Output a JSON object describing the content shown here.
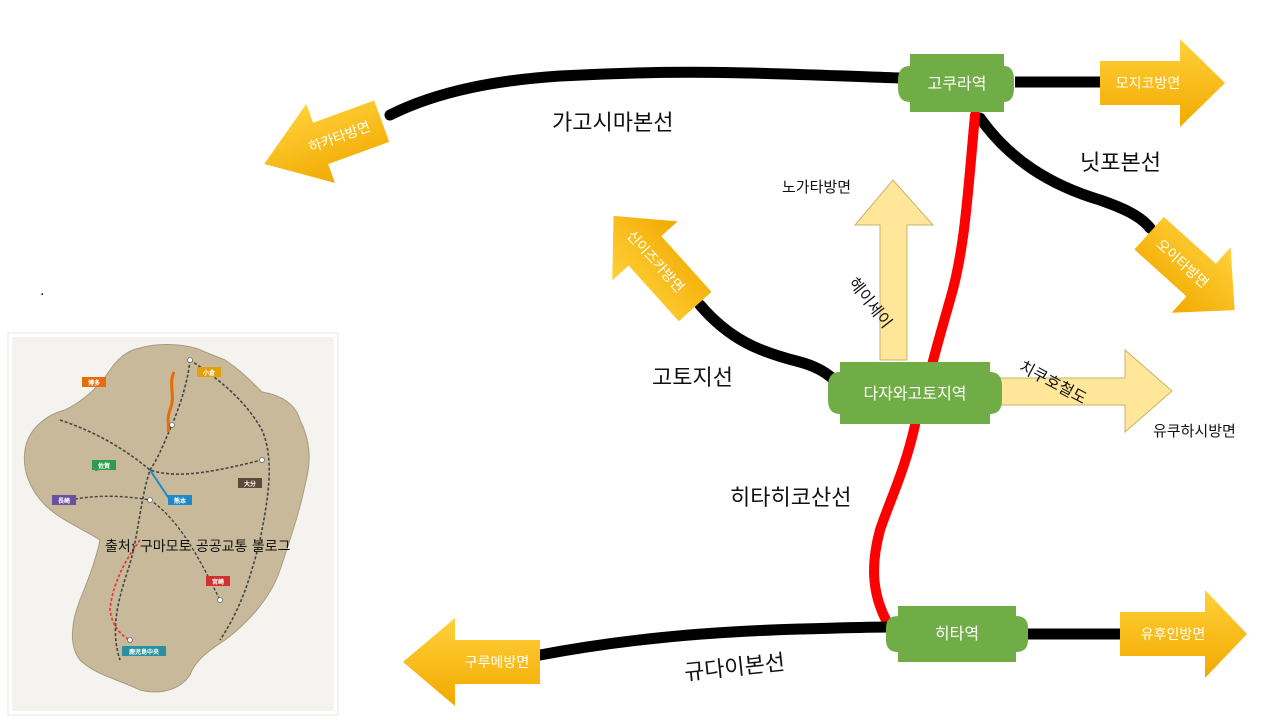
{
  "stations": {
    "kokura": "고쿠라역",
    "tazawa": "다자와고토지역",
    "hita": "히타역"
  },
  "lines": {
    "kagoshima": "가고시마본선",
    "nippo": "닛포본선",
    "goto": "고토지선",
    "hitahikosan": "히타히코산선",
    "kyudai": "규다이본선",
    "heisei": "헤이세이",
    "chikuho": "치쿠호철도"
  },
  "directions": {
    "hakata": "하카타방면",
    "moji": "모지코방면",
    "oita": "오이타방면",
    "shiizuka": "신이즈카방면",
    "nogata_label": "노가타방면",
    "yukuhashi_label": "유쿠하시방면",
    "kurume": "구루메방면",
    "yufuin": "유후인방면"
  },
  "inset": {
    "source": "출처: 구마모토 공공교통 블로그",
    "dot": ".",
    "cities": [
      "博多",
      "小倉",
      "佐賀",
      "長崎",
      "熊本",
      "大分",
      "宮崎",
      "鹿児島中央"
    ]
  },
  "colors": {
    "station_green": "#70AD47",
    "arrow_gold": "#FFC000",
    "arrow_light": "#FFE699",
    "line_black": "#000000",
    "line_red": "#FF0000"
  }
}
